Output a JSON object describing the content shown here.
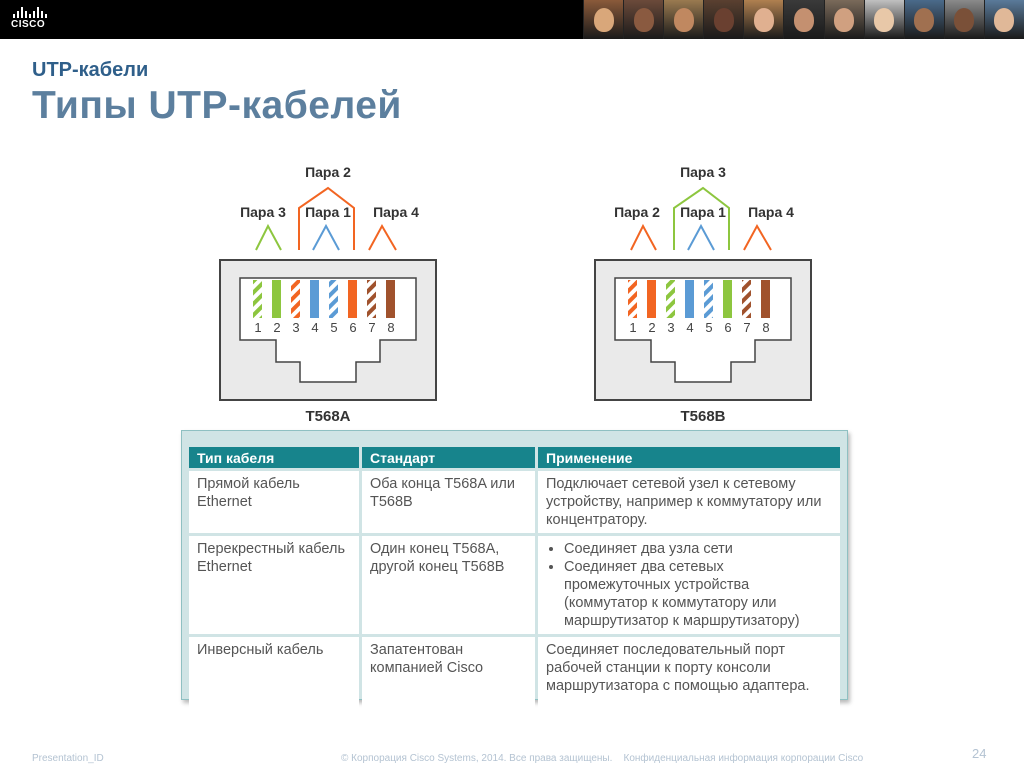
{
  "header": {
    "logo_text": "CISCO",
    "photos": [
      "photo-1",
      "photo-2",
      "photo-3",
      "photo-4",
      "photo-5",
      "photo-6",
      "photo-7",
      "photo-8",
      "photo-9",
      "photo-10",
      "photo-11"
    ]
  },
  "slide": {
    "subtitle": "UTP-кабели",
    "title": "Типы UTP-кабелей"
  },
  "diagram": {
    "t568a": {
      "label": "T568A",
      "top_pair": "Пара 2",
      "pairs": [
        "Пара 3",
        "Пара 1",
        "Пара 4"
      ],
      "pins": [
        "1",
        "2",
        "3",
        "4",
        "5",
        "6",
        "7",
        "8"
      ]
    },
    "t568b": {
      "label": "T568B",
      "top_pair": "Пара 3",
      "pairs": [
        "Пара 2",
        "Пара 1",
        "Пара 4"
      ],
      "pins": [
        "1",
        "2",
        "3",
        "4",
        "5",
        "6",
        "7",
        "8"
      ]
    },
    "colors": {
      "green": "#8dc63f",
      "orange": "#f26522",
      "blue": "#5b9bd5",
      "brown": "#a0522d"
    }
  },
  "table": {
    "headers": [
      "Тип кабеля",
      "Стандарт",
      "Применение"
    ],
    "rows": [
      {
        "type": "Прямой кабель Ethernet",
        "standard": "Оба конца T568A или T568B",
        "usage": "Подключает сетевой узел к сетевому устройству, например к коммутатору или концентратору."
      },
      {
        "type": "Перекрестный кабель Ethernet",
        "standard": "Один конец T568A, другой конец T568B",
        "usage_items": [
          "Соединяет два узла сети",
          "Соединяет два сетевых промежуточных устройства (коммутатор к коммутатору или маршрутизатор к маршрутизатору)"
        ]
      },
      {
        "type": "Инверсный кабель",
        "standard": "Запатентован компанией Cisco",
        "usage": "Соединяет последовательный порт рабочей станции к порту консоли маршрутизатора с помощью адаптера."
      }
    ]
  },
  "footer": {
    "presentation_id": "Presentation_ID",
    "copyright": "© Корпорация Cisco Systems, 2014. Все права защищены.    Конфиденциальная информация корпорации Cisco",
    "page": "24"
  }
}
